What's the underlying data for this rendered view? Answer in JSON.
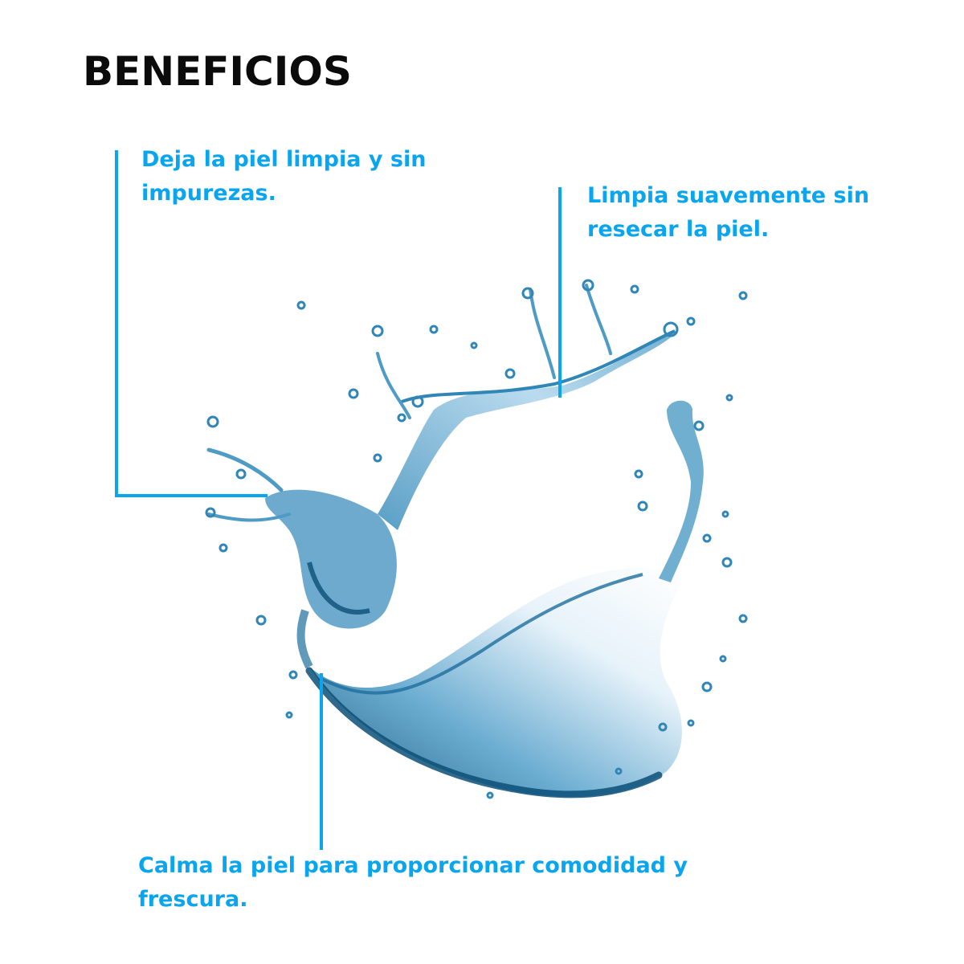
{
  "theme": {
    "accent": "#0aa5ef",
    "title_color": "#0b0b0b",
    "water_dark": "#0b4f78",
    "water_mid": "#2f86b7",
    "water_light": "#cfe6f3"
  },
  "header": {
    "title": "BENEFICIOS"
  },
  "callouts": [
    {
      "line1": "Deja la piel limpia y sin",
      "line2": "impurezas."
    },
    {
      "line1": "Limpia suavemente sin",
      "line2": "resecar la piel."
    },
    {
      "line1": "Calma la piel para proporcionar comodidad y",
      "line2": "frescura."
    }
  ],
  "illustration": {
    "icon": "water-splash-icon"
  }
}
